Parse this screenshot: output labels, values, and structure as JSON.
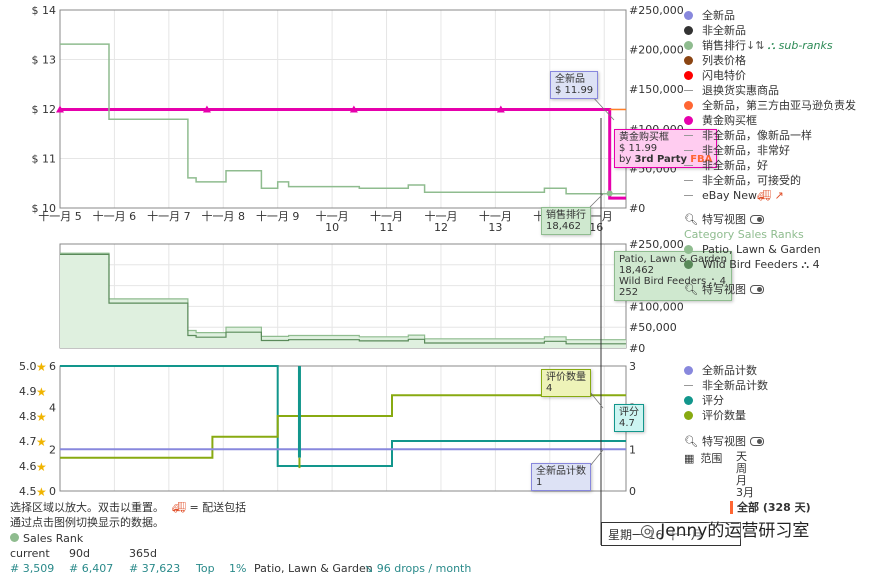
{
  "chart_data": [
    {
      "type": "line",
      "title": "",
      "x_ticks": [
        "十一月 5",
        "十一月 6",
        "十一月 7",
        "十一月 8",
        "十一月 9",
        "十一月 10",
        "十一月 11",
        "十一月 12",
        "十一月 13",
        "十一月 14",
        "十一月 16"
      ],
      "y_left_ticks": [
        "$ 14",
        "$ 13",
        "$ 12",
        "$ 11",
        "$ 10"
      ],
      "y_right_ticks": [
        "#250,000",
        "#200,000",
        "#150,000",
        "#100,000",
        "#50,000",
        "#0"
      ],
      "ylim_left": [
        10,
        14
      ],
      "ylim_right": [
        0,
        250000
      ],
      "series": [
        {
          "name": "黄金购买框",
          "axis": "left",
          "color": "#e600ac",
          "points": [
            [
              0,
              11.99
            ],
            [
              10.1,
              11.99
            ],
            [
              10.1,
              10.2
            ],
            [
              10.4,
              10.2
            ]
          ]
        },
        {
          "name": "销售排行",
          "axis": "right",
          "color": "#8fbc8f",
          "points": [
            [
              0,
              207000
            ],
            [
              0.9,
              207000
            ],
            [
              0.9,
              112000
            ],
            [
              2.35,
              112000
            ],
            [
              2.35,
              38000
            ],
            [
              2.5,
              38000
            ],
            [
              2.5,
              33000
            ],
            [
              3.05,
              33000
            ],
            [
              3.05,
              47000
            ],
            [
              3.7,
              47000
            ],
            [
              3.7,
              25000
            ],
            [
              4.0,
              25000
            ],
            [
              4.0,
              33000
            ],
            [
              4.2,
              33000
            ],
            [
              4.2,
              27000
            ],
            [
              5.5,
              27000
            ],
            [
              5.5,
              25000
            ],
            [
              6.4,
              25000
            ],
            [
              6.4,
              29000
            ],
            [
              6.7,
              29000
            ],
            [
              6.7,
              20000
            ],
            [
              8.9,
              20000
            ],
            [
              8.9,
              25000
            ],
            [
              9.3,
              25000
            ],
            [
              9.3,
              18000
            ],
            [
              10.4,
              18000
            ]
          ]
        },
        {
          "name": "新品, 第三方",
          "axis": "left",
          "color": "#ff7f27",
          "points": [
            [
              10.1,
              11.99
            ],
            [
              10.4,
              11.99
            ]
          ]
        }
      ],
      "annotations": [
        {
          "label": "全新品",
          "value": "$ 11.99"
        },
        {
          "label": "黄金购买框",
          "value": "$ 11.99",
          "by": "by",
          "seller": "3rd Party",
          "fba": "FBA"
        },
        {
          "label": "销售排行",
          "value": "18,462"
        }
      ]
    },
    {
      "type": "area",
      "y_right_ticks": [
        "#250,000",
        "#200,000",
        "#150,000",
        "#100,000",
        "#50,000",
        "#0"
      ],
      "ylim_right": [
        0,
        250000
      ],
      "series": [
        {
          "name": "Patio, Lawn & Garden",
          "color": "#8fbc8f",
          "points": [
            [
              0,
              228000
            ],
            [
              0.9,
              228000
            ],
            [
              0.9,
              118000
            ],
            [
              2.35,
              118000
            ],
            [
              2.35,
              42000
            ],
            [
              2.5,
              42000
            ],
            [
              2.5,
              37000
            ],
            [
              3.05,
              37000
            ],
            [
              3.05,
              50000
            ],
            [
              3.7,
              50000
            ],
            [
              3.7,
              28000
            ],
            [
              4.2,
              28000
            ],
            [
              4.2,
              30000
            ],
            [
              5.5,
              30000
            ],
            [
              5.5,
              27000
            ],
            [
              6.4,
              27000
            ],
            [
              6.4,
              31000
            ],
            [
              6.7,
              31000
            ],
            [
              6.7,
              22000
            ],
            [
              8.9,
              22000
            ],
            [
              8.9,
              27000
            ],
            [
              9.3,
              27000
            ],
            [
              9.3,
              20000
            ],
            [
              10.4,
              20000
            ]
          ]
        },
        {
          "name": "Wild Bird Feeders",
          "color": "#5a8a5a",
          "points": [
            [
              0,
              225000
            ],
            [
              0.9,
              225000
            ],
            [
              0.9,
              108000
            ],
            [
              2.35,
              108000
            ],
            [
              2.35,
              30000
            ],
            [
              2.5,
              30000
            ],
            [
              2.5,
              26000
            ],
            [
              3.05,
              26000
            ],
            [
              3.05,
              38000
            ],
            [
              3.7,
              38000
            ],
            [
              3.7,
              18000
            ],
            [
              4.2,
              18000
            ],
            [
              4.2,
              20000
            ],
            [
              5.5,
              20000
            ],
            [
              5.5,
              17000
            ],
            [
              6.4,
              17000
            ],
            [
              6.4,
              21000
            ],
            [
              6.7,
              21000
            ],
            [
              6.7,
              12000
            ],
            [
              8.9,
              12000
            ],
            [
              8.9,
              16000
            ],
            [
              9.3,
              16000
            ],
            [
              9.3,
              10000
            ],
            [
              10.4,
              10000
            ]
          ]
        }
      ],
      "annotations": [
        {
          "label": "Patio, Lawn & Garden",
          "value": "18,462",
          "sub_label": "Wild Bird Feeders",
          "sub_icon": "hierarchy-icon",
          "sub_num": "4",
          "sub_value": "252"
        }
      ]
    },
    {
      "type": "line",
      "y_left_star_ticks": [
        "5.0",
        "4.9",
        "4.8",
        "4.7",
        "4.6",
        "4.5"
      ],
      "y_left_count_ticks": [
        "6",
        "4",
        "2",
        "0"
      ],
      "y_right_ticks": [
        "3",
        "2",
        "1",
        "0"
      ],
      "ylim_rating": [
        4.5,
        5.0
      ],
      "ylim_count": [
        0,
        6
      ],
      "series": [
        {
          "name": "评分",
          "color": "#12968c",
          "points": [
            [
              0,
              5.0
            ],
            [
              4.0,
              5.0
            ],
            [
              4.0,
              4.6
            ],
            [
              6.1,
              4.6
            ],
            [
              6.1,
              4.7
            ],
            [
              10.4,
              4.7
            ]
          ]
        },
        {
          "name": "评价数量",
          "color": "#88aa11",
          "points": [
            [
              0,
              1
            ],
            [
              2.8,
              1
            ],
            [
              2.8,
              2
            ],
            [
              4.0,
              2
            ],
            [
              4.0,
              3
            ],
            [
              6.1,
              3
            ],
            [
              6.1,
              4
            ],
            [
              10.4,
              4
            ]
          ]
        },
        {
          "name": "全新品计数",
          "color": "#8888dd",
          "points": [
            [
              0,
              1
            ],
            [
              10.4,
              1
            ]
          ]
        }
      ],
      "annotations": [
        {
          "label": "评价数量",
          "value": "4"
        },
        {
          "label": "评分",
          "value": "4.7"
        },
        {
          "label": "全新品计数",
          "value": "1"
        }
      ]
    }
  ],
  "legend_top": [
    {
      "label": "全新品",
      "color": "#8888dd",
      "kind": "dot"
    },
    {
      "label": "非全新品",
      "color": "#333333",
      "kind": "dot"
    },
    {
      "label": "销售排行",
      "color": "#8fbc8f",
      "kind": "dot",
      "extra_icon": "sort-icon",
      "sub_link": "sub-ranks"
    },
    {
      "label": "列表价格",
      "color": "#8b4513",
      "kind": "dot"
    },
    {
      "label": "闪电特价",
      "color": "#ff0000",
      "kind": "dot"
    },
    {
      "label": "退换货实惠商品",
      "color": "#999999",
      "kind": "dash"
    },
    {
      "label": "全新品，第三方由亚马逊负责发",
      "color": "#ff6633",
      "kind": "dot"
    },
    {
      "label": "黄金购买框",
      "color": "#e600ac",
      "kind": "dot"
    },
    {
      "label": "非全新品，像新品一样",
      "color": "#999999",
      "kind": "dash"
    },
    {
      "label": "非全新品，非常好",
      "color": "#999999",
      "kind": "dash"
    },
    {
      "label": "非全新品，好",
      "color": "#999999",
      "kind": "dash"
    },
    {
      "label": "非全新品，可接受的",
      "color": "#999999",
      "kind": "dash"
    },
    {
      "label": "eBay New",
      "color": "#999999",
      "kind": "dash"
    }
  ],
  "view_label": "特写视图",
  "category_title": "Category Sales Ranks",
  "category_items": [
    {
      "label": "Patio, Lawn & Garden",
      "color": "#8fbc8f"
    },
    {
      "label": "Wild Bird Feeders",
      "num": "4",
      "color": "#5a8a5a"
    }
  ],
  "legend_bottom": [
    {
      "label": "全新品计数",
      "color": "#8888dd",
      "kind": "dot"
    },
    {
      "label": "非全新品计数",
      "color": "#999999",
      "kind": "dash"
    },
    {
      "label": "评分",
      "color": "#12968c",
      "kind": "dot"
    },
    {
      "label": "评价数量",
      "color": "#88aa11",
      "kind": "dot"
    }
  ],
  "range_label": "范围",
  "range_options": [
    "天",
    "周",
    "月",
    "3月"
  ],
  "range_all": "全部 (328 天)",
  "bottom_info": {
    "hint1": "选择区域以放大。双击以重置。",
    "shipping_note": "= 配送包括",
    "hint2": "通过点击图例切换显示的数据。",
    "sales_rank_title": "Sales Rank",
    "col_current": "current",
    "col_90d": "90d",
    "col_365d": "365d",
    "row_current": "# 3,509",
    "row_90d": "# 6,407",
    "row_365d": "# 37,623",
    "row_top": "Top",
    "row_pct": "1%",
    "row_cat": "Patio, Lawn & Garden",
    "row_drops": "96 drops / month"
  },
  "crosshair_date": "星期一 16 十一月",
  "watermark": "Jenny的运营研习室",
  "colors": {
    "gridline": "#e6e6e6",
    "crosshair": "#333333",
    "tip_green": "#cfe8cf",
    "tip_pink": "#ffccf0",
    "tip_blue": "#dde2f5",
    "tip_yellow": "#eef3b8",
    "tip_cyan": "#ccf5f2",
    "star": "#f0b400"
  }
}
